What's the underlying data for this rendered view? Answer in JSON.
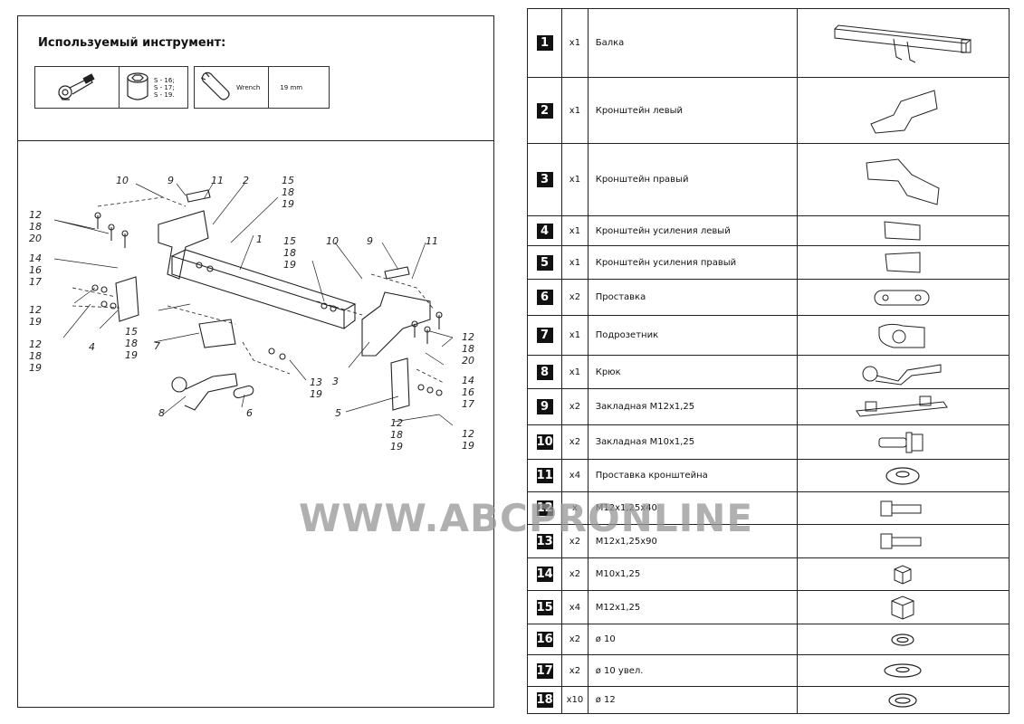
{
  "tools": {
    "title": "Используемый инструмент:",
    "socket_sizes": [
      "S - 16;",
      "S - 17;",
      "S - 19."
    ],
    "wrench_label": "Wrench",
    "wrench_size": "19 mm"
  },
  "diagram_labels": {
    "l1": "1",
    "l2": "2",
    "l3": "3",
    "l4": "4",
    "l5": "5",
    "l6": "6",
    "l7": "7",
    "l8": "8",
    "l9a": "9",
    "l9b": "9",
    "l10a": "10",
    "l10b": "10",
    "l11a": "11",
    "l11b": "11",
    "l12a": "12",
    "l12b": "12",
    "l12c": "12",
    "l12d": "12",
    "l12e": "12",
    "l12f": "12",
    "l13": "13",
    "l14a": "14",
    "l14b": "14",
    "l15a": "15",
    "l15b": "15",
    "l15c": "15",
    "l16a": "16",
    "l16b": "16",
    "l17a": "17",
    "l17b": "17",
    "l18a": "18",
    "l18b": "18",
    "l18c": "18",
    "l18d": "18",
    "l18e": "18",
    "l18f": "18",
    "l18g": "18",
    "l19a": "19",
    "l19b": "19",
    "l19c": "19",
    "l19d": "19",
    "l19e": "19",
    "l19f": "19",
    "l19g": "19",
    "l19h": "19",
    "l20a": "20",
    "l20b": "20"
  },
  "parts": [
    {
      "num": "1",
      "qty": "x1",
      "name": "Балка"
    },
    {
      "num": "2",
      "qty": "x1",
      "name": "Кронштейн левый"
    },
    {
      "num": "3",
      "qty": "x1",
      "name": "Кронштейн правый"
    },
    {
      "num": "4",
      "qty": "x1",
      "name": "Кронштейн усиления левый"
    },
    {
      "num": "5",
      "qty": "x1",
      "name": "Кронштейн усиления правый"
    },
    {
      "num": "6",
      "qty": "x2",
      "name": "Проставка"
    },
    {
      "num": "7",
      "qty": "x1",
      "name": "Подрозетник"
    },
    {
      "num": "8",
      "qty": "x1",
      "name": "Крюк"
    },
    {
      "num": "9",
      "qty": "x2",
      "name": "Закладная М12х1,25"
    },
    {
      "num": "10",
      "qty": "x2",
      "name": "Закладная М10х1,25"
    },
    {
      "num": "11",
      "qty": "x4",
      "name": "Проставка кронштейна"
    },
    {
      "num": "12",
      "qty": "x",
      "name": "M12x1,25x40"
    },
    {
      "num": "13",
      "qty": "x2",
      "name": "M12x1,25x90"
    },
    {
      "num": "14",
      "qty": "x2",
      "name": "M10x1,25"
    },
    {
      "num": "15",
      "qty": "x4",
      "name": "M12x1,25"
    },
    {
      "num": "16",
      "qty": "x2",
      "name": "ø 10"
    },
    {
      "num": "17",
      "qty": "x2",
      "name": "ø 10 увел."
    },
    {
      "num": "18",
      "qty": "x10",
      "name": "ø 12"
    }
  ],
  "watermark": "WWW.ABCPRONLINE"
}
